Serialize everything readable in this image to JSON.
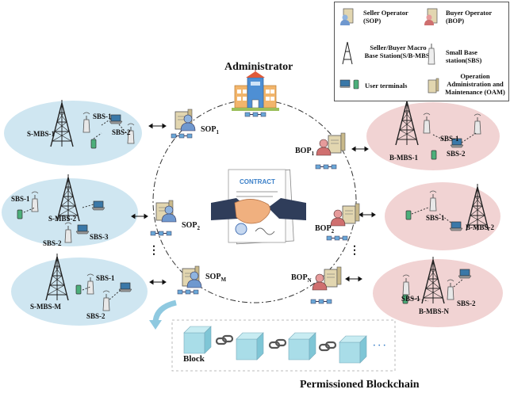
{
  "legend": {
    "sop": "Seller Operator (SOP)",
    "bop": "Buyer Operator (BOP)",
    "mbs": "Seller/Buyer Macro Base Station(S/B-MBS)",
    "sbs": "Small Base station(SBS)",
    "ut": "User terminals",
    "oam": "Operation Administration and Maintenance (OAM)"
  },
  "center": {
    "admin": "Administrator",
    "contract": "CONTRACT"
  },
  "sellers": [
    {
      "op": "SOP",
      "sub": "1",
      "mbs": "S-MBS-1",
      "sbs_a": "SBS-1",
      "sbs_b": "SBS-2"
    },
    {
      "op": "SOP",
      "sub": "2",
      "mbs": "S-MBS-2",
      "sbs_a": "SBS-1",
      "sbs_b": "SBS-2",
      "sbs_c": "SBS-3"
    },
    {
      "op": "SOP",
      "sub": "M",
      "mbs": "S-MBS-M",
      "sbs_a": "SBS-1",
      "sbs_b": "SBS-2"
    }
  ],
  "buyers": [
    {
      "op": "BOP",
      "sub": "1",
      "mbs": "B-MBS-1",
      "sbs_a": "SBS-1",
      "sbs_b": "SBS-2"
    },
    {
      "op": "BOP",
      "sub": "2",
      "mbs": "B-MBS-2",
      "sbs_a": "SBS-1"
    },
    {
      "op": "BOP",
      "sub": "N",
      "mbs": "B-MBS-N",
      "sbs_a": "SBS-1",
      "sbs_b": "SBS-2"
    }
  ],
  "chain": {
    "block": "Block",
    "ellipsis": "· · ·",
    "title": "Permissioned Blockchain"
  },
  "ellipsis": "⋮",
  "colors": {
    "seller_region": "#cfe6f1",
    "buyer_region": "#f1d3d3",
    "block": "#9ed8e4",
    "tower": "#222222"
  }
}
